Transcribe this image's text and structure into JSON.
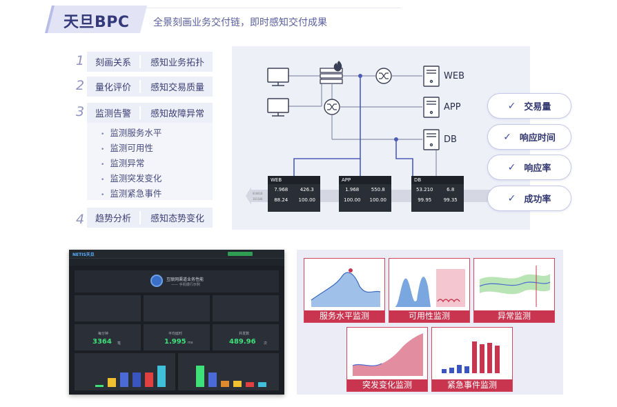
{
  "header": {
    "title": "天旦BPC",
    "subtitle": "全景刻画业务交付链，即时感知交付成果"
  },
  "steps": [
    {
      "num": "1",
      "left": "刻画关系",
      "right": "感知业务拓扑"
    },
    {
      "num": "2",
      "left": "量化评价",
      "right": "感知交易质量"
    },
    {
      "num": "3",
      "left": "监测告警",
      "right": "感知故障异常"
    },
    {
      "num": "4",
      "left": "趋势分析",
      "right": "感知态势变化"
    }
  ],
  "monitor_items": [
    "监测服务水平",
    "监测可用性",
    "监测异常",
    "监测突发变化",
    "监测紧急事件"
  ],
  "diagram": {
    "servers": [
      "WEB",
      "APP",
      "DB"
    ],
    "panels": [
      {
        "name": "WEB",
        "v": [
          "7.968",
          "426.3",
          "88.24",
          "100.00"
        ]
      },
      {
        "name": "APP",
        "v": [
          "1.968",
          "550.8",
          "100.00",
          "100.00"
        ]
      },
      {
        "name": "DB",
        "v": [
          "53.210",
          "6.8",
          "99.95",
          "99.35"
        ]
      }
    ]
  },
  "checks": [
    "交易量",
    "响应时间",
    "响应率",
    "成功率"
  ],
  "dashboard": {
    "logo": "NETIS天旦",
    "banner_title": "互联网渠道业务性能",
    "banner_sub": "—— 手机银行示例",
    "metrics": [
      {
        "label": "每分钟",
        "value": "3364",
        "unit": "笔"
      },
      {
        "label": "平均延时",
        "value": "1.995",
        "unit": "ms"
      },
      {
        "label": "并发数",
        "value": "489.96",
        "unit": "次"
      }
    ]
  },
  "monitor_cards": [
    "服务水平监测",
    "可用性监测",
    "异常监测",
    "突发变化监测",
    "紧急事件监测"
  ],
  "colors": {
    "accent": "#34397a",
    "red": "#c9354f",
    "green": "#3ee07a"
  }
}
